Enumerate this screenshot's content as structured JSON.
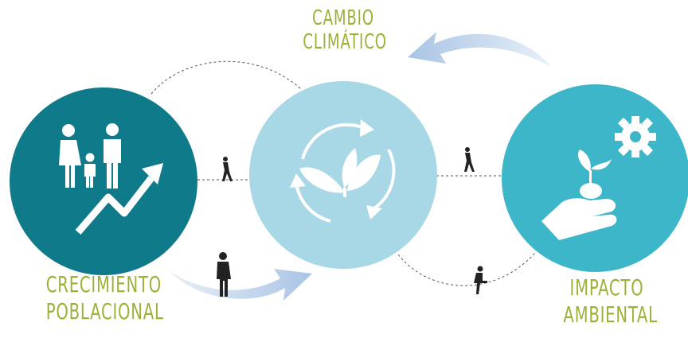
{
  "labels": {
    "climate": [
      "CAMBIO",
      "CLIMÁTICO"
    ],
    "population": [
      "CRECIMIENTO",
      "POBLACIONAL"
    ],
    "impact": [
      "IMPACTO",
      "AMBIENTAL"
    ]
  },
  "colors": {
    "circle_population": "#0f7a89",
    "circle_center": "#a8d8e6",
    "circle_impact": "#3eb6c9",
    "label_text": "#9bb236",
    "arrow_blue": "#b7cfe8",
    "dashed_line": "#3a3a3a"
  },
  "icons": {
    "population": [
      "family-icon",
      "growth-arrow-icon"
    ],
    "center": [
      "recycle-arrows-icon",
      "leaves-icon"
    ],
    "impact": [
      "hand-plant-icon",
      "gear-icon"
    ]
  }
}
